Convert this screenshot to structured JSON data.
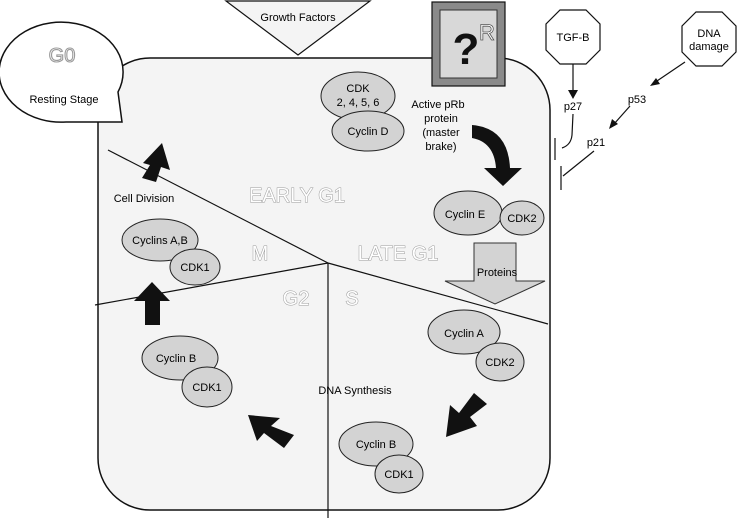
{
  "top": {
    "growth_factors": "Growth Factors"
  },
  "g0": {
    "title": "G0",
    "subtitle": "Resting Stage"
  },
  "restriction": {
    "question": "?",
    "r": "R"
  },
  "inhibitors": {
    "tgfb": "TGF-B",
    "dna_damage_line1": "DNA",
    "dna_damage_line2": "damage",
    "p27": "p27",
    "p53": "p53",
    "p21": "p21"
  },
  "complexes": {
    "cdk_early_line1": "CDK",
    "cdk_early_line2": "2, 4, 5, 6",
    "cyclin_d": "Cyclin D",
    "cyclin_e": "Cyclin E",
    "cdk2_e": "CDK2",
    "cyclin_a": "Cyclin A",
    "cdk2_a": "CDK2",
    "cyclin_b_s": "Cyclin B",
    "cdk1_s": "CDK1",
    "cyclin_b_g2": "Cyclin B",
    "cdk1_g2": "CDK1",
    "cyclins_ab": "Cyclins A,B",
    "cdk1_m": "CDK1"
  },
  "labels": {
    "active_prb_1": "Active pRb",
    "active_prb_2": "protein",
    "active_prb_3": "(master",
    "active_prb_4": "brake)",
    "cell_division": "Cell Division",
    "dna_synthesis": "DNA Synthesis",
    "proteins": "Proteins"
  },
  "phases": {
    "early_g1": "EARLY G1",
    "late_g1": "LATE G1",
    "m": "M",
    "g2": "G2",
    "s": "S"
  },
  "colors": {
    "cell_fill": "#f4f4f4",
    "complex_fill": "#d3d3d3",
    "arrow": "#111111",
    "proteins_arrow": "#d3d3d3"
  }
}
